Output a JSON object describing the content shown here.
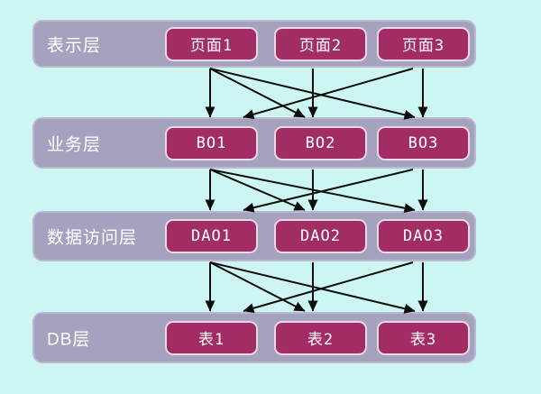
{
  "page": {
    "background_color": "#cdf6f3"
  },
  "colors": {
    "layer_background": "#a5a2bf",
    "layer_border": "#bcb9cf",
    "node_background": "#a22c64",
    "node_border": "#eed8e2",
    "text": "#ffffff",
    "arrow": "#0d0d0d"
  },
  "diagram": {
    "type": "layered-architecture",
    "layers": [
      {
        "id": "presentation",
        "label": "表示层",
        "nodes": [
          {
            "id": "page1",
            "label": "页面1"
          },
          {
            "id": "page2",
            "label": "页面2"
          },
          {
            "id": "page3",
            "label": "页面3"
          }
        ]
      },
      {
        "id": "business",
        "label": "业务层",
        "nodes": [
          {
            "id": "bo1",
            "label": "BO1"
          },
          {
            "id": "bo2",
            "label": "BO2"
          },
          {
            "id": "bo3",
            "label": "BO3"
          }
        ]
      },
      {
        "id": "data-access",
        "label": "数据访问层",
        "nodes": [
          {
            "id": "dao1",
            "label": "DAO1"
          },
          {
            "id": "dao2",
            "label": "DAO2"
          },
          {
            "id": "dao3",
            "label": "DAO3"
          }
        ]
      },
      {
        "id": "db",
        "label": "DB层",
        "nodes": [
          {
            "id": "table1",
            "label": "表1"
          },
          {
            "id": "table2",
            "label": "表2"
          },
          {
            "id": "table3",
            "label": "表3"
          }
        ]
      }
    ],
    "edges": [
      {
        "from": "page1",
        "to": "bo1"
      },
      {
        "from": "page1",
        "to": "bo2"
      },
      {
        "from": "page1",
        "to": "bo3"
      },
      {
        "from": "page2",
        "to": "bo2"
      },
      {
        "from": "page3",
        "to": "bo1"
      },
      {
        "from": "page3",
        "to": "bo3"
      },
      {
        "from": "bo1",
        "to": "dao1"
      },
      {
        "from": "bo1",
        "to": "dao2"
      },
      {
        "from": "bo1",
        "to": "dao3"
      },
      {
        "from": "bo2",
        "to": "dao2"
      },
      {
        "from": "bo3",
        "to": "dao1"
      },
      {
        "from": "bo3",
        "to": "dao3"
      },
      {
        "from": "dao1",
        "to": "table1"
      },
      {
        "from": "dao1",
        "to": "table2"
      },
      {
        "from": "dao1",
        "to": "table3"
      },
      {
        "from": "dao2",
        "to": "table2"
      },
      {
        "from": "dao3",
        "to": "table1"
      },
      {
        "from": "dao3",
        "to": "table3"
      }
    ]
  }
}
